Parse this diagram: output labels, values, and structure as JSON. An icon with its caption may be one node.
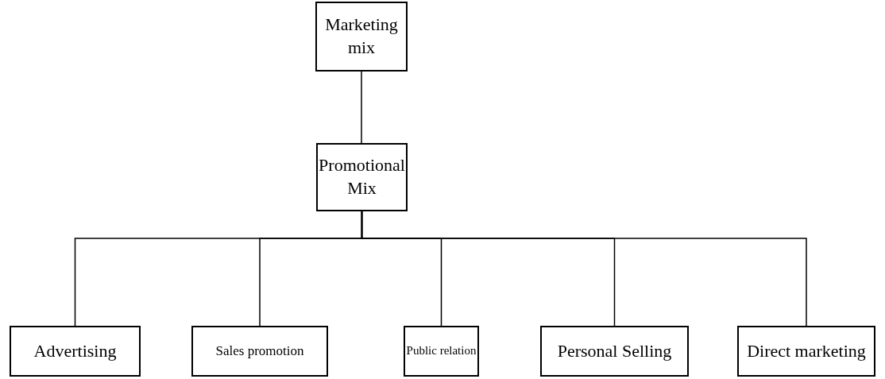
{
  "diagram": {
    "nodes": [
      {
        "text": [
          "Marketing mix"
        ]
      },
      {
        "text": [
          "Promotional Mix"
        ]
      },
      {
        "text": [
          "Advertising"
        ]
      },
      {
        "text": [
          "Sales promotion"
        ]
      },
      {
        "text": [
          "Public relation"
        ]
      },
      {
        "text": [
          "Personal Selling"
        ]
      },
      {
        "text": [
          "Direct marketing"
        ]
      }
    ],
    "edges": [
      {
        "from": 0,
        "to": 1,
        "arrow": "none"
      },
      {
        "from": 1,
        "to": 2,
        "arrow": "none"
      },
      {
        "from": 1,
        "to": 3,
        "arrow": "none"
      },
      {
        "from": 1,
        "to": 4,
        "arrow": "none"
      },
      {
        "from": 1,
        "to": 5,
        "arrow": "none"
      },
      {
        "from": 1,
        "to": 6,
        "arrow": "none"
      }
    ]
  }
}
